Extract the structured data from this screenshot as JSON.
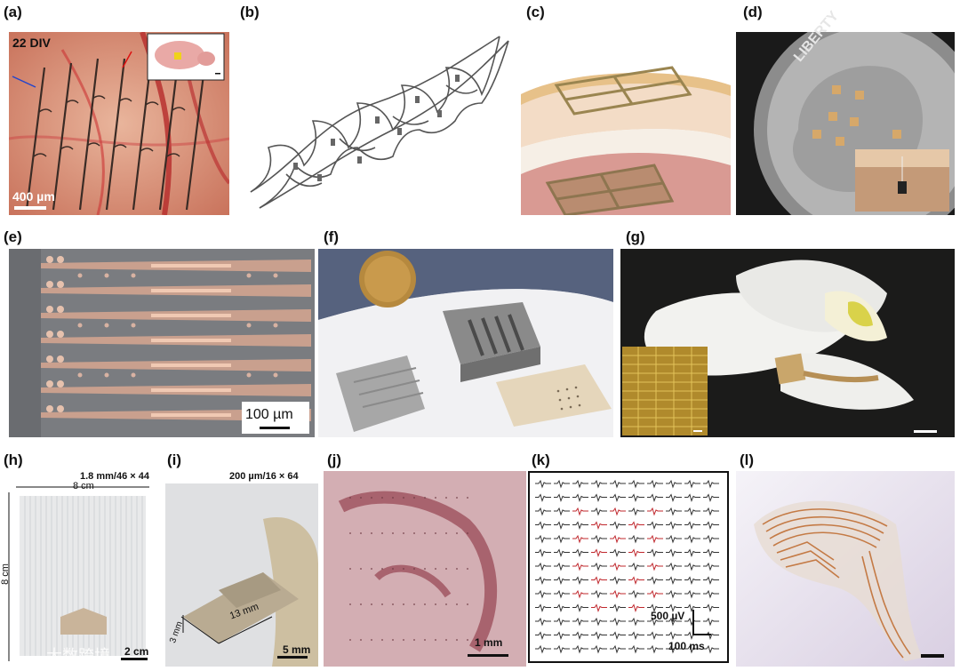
{
  "figure": {
    "panels": [
      {
        "label": "(a)",
        "annotations": [
          "22 DIV"
        ],
        "scale": "400 µm"
      },
      {
        "label": "(b)"
      },
      {
        "label": "(c)"
      },
      {
        "label": "(d)",
        "annotations": [
          "LIBERTY"
        ]
      },
      {
        "label": "(e)",
        "scale": "100 µm"
      },
      {
        "label": "(f)"
      },
      {
        "label": "(g)"
      },
      {
        "label": "(h)",
        "annotations": [
          "1.8 mm/46 × 44",
          "8 cm",
          "8 cm"
        ],
        "scale": "2 cm"
      },
      {
        "label": "(i)",
        "annotations": [
          "200 µm/16 × 64",
          "13 mm",
          "3 mm"
        ],
        "scale": "5 mm"
      },
      {
        "label": "(j)",
        "scale": "1 mm"
      },
      {
        "label": "(k)",
        "scale_v": "500 µV",
        "scale_t": "100 ms"
      },
      {
        "label": "(l)"
      }
    ],
    "watermark": "大数跨境"
  }
}
